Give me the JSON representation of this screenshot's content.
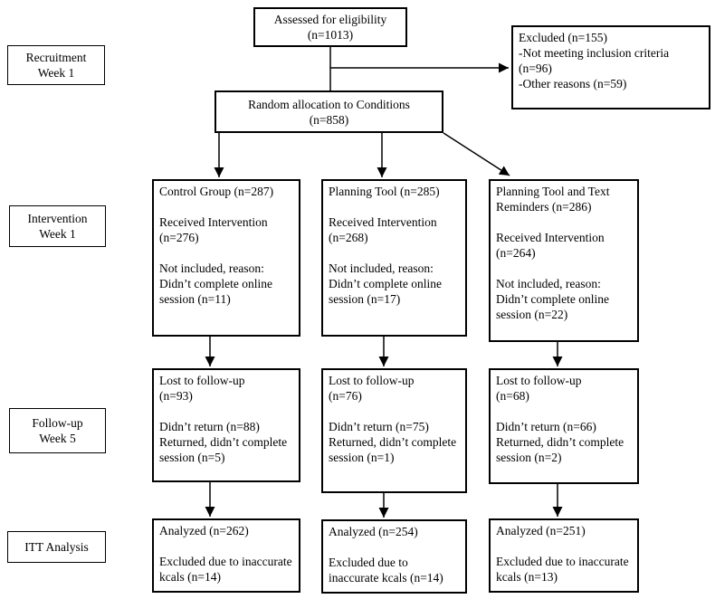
{
  "colors": {
    "line": "#000000",
    "box_border": "#000000",
    "background": "#ffffff",
    "text": "#000000"
  },
  "stages": {
    "recruitment": {
      "line1": "Recruitment",
      "line2": "Week 1"
    },
    "intervention": {
      "line1": "Intervention",
      "line2": "Week 1"
    },
    "followup": {
      "line1": "Follow-up",
      "line2": "Week 5"
    },
    "itt": {
      "line1": "ITT Analysis"
    }
  },
  "flow": {
    "assessed": {
      "line1": "Assessed for eligibility",
      "count": "(n=1013)"
    },
    "excluded": {
      "title": "Excluded (n=155)",
      "reason1": "-Not meeting inclusion criteria (n=96)",
      "reason2": "-Other reasons (n=59)"
    },
    "random": {
      "line1": "Random allocation to Conditions",
      "count": "(n=858)"
    },
    "groups": [
      {
        "name": "Control Group (n=287)",
        "received": "Received Intervention (n=276)",
        "not_included": "Not included, reason: Didn’t complete online session (n=11)"
      },
      {
        "name": "Planning Tool (n=285)",
        "received": "Received Intervention (n=268)",
        "not_included": "Not included, reason: Didn’t complete online session (n=17)"
      },
      {
        "name": "Planning Tool and Text Reminders (n=286)",
        "received": "Received Intervention (n=264)",
        "not_included": "Not included, reason: Didn’t complete online session (n=22)"
      }
    ],
    "followup": [
      {
        "lost": "Lost to follow-up",
        "lost_n": "(n=93)",
        "didnt_return": "Didn’t return (n=88)",
        "returned": "Returned, didn’t complete session (n=5)"
      },
      {
        "lost": "Lost to follow-up",
        "lost_n": "(n=76)",
        "didnt_return": "Didn’t return (n=75)",
        "returned": "Returned, didn’t complete session (n=1)"
      },
      {
        "lost": "Lost to follow-up",
        "lost_n": "(n=68)",
        "didnt_return": "Didn’t return (n=66)",
        "returned": "Returned, didn’t complete session (n=2)"
      }
    ],
    "analysis": [
      {
        "analyzed": "Analyzed (n=262)",
        "excluded": "Excluded due to inaccurate kcals (n=14)"
      },
      {
        "analyzed": "Analyzed (n=254)",
        "excluded": "Excluded due to inaccurate kcals (n=14)"
      },
      {
        "analyzed": "Analyzed (n=251)",
        "excluded": "Excluded due to inaccurate kcals (n=13)"
      }
    ]
  }
}
